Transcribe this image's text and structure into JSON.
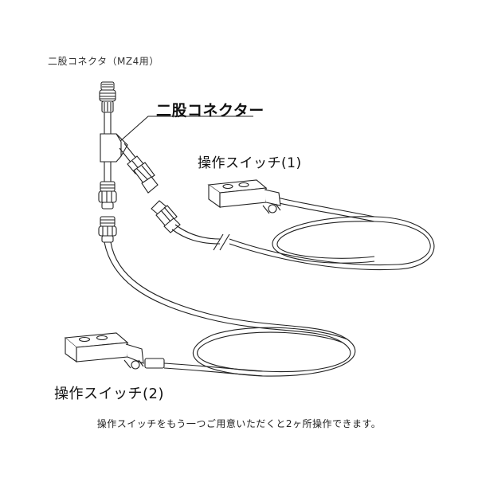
{
  "caption": "二股コネクタ（MZ4用）",
  "labels": {
    "connector": "二股コネクター",
    "switch1": "操作スイッチ(1)",
    "switch2": "操作スイッチ(2)"
  },
  "note": "操作スイッチをもう一つご用意いただくと2ヶ所操作できます。"
}
